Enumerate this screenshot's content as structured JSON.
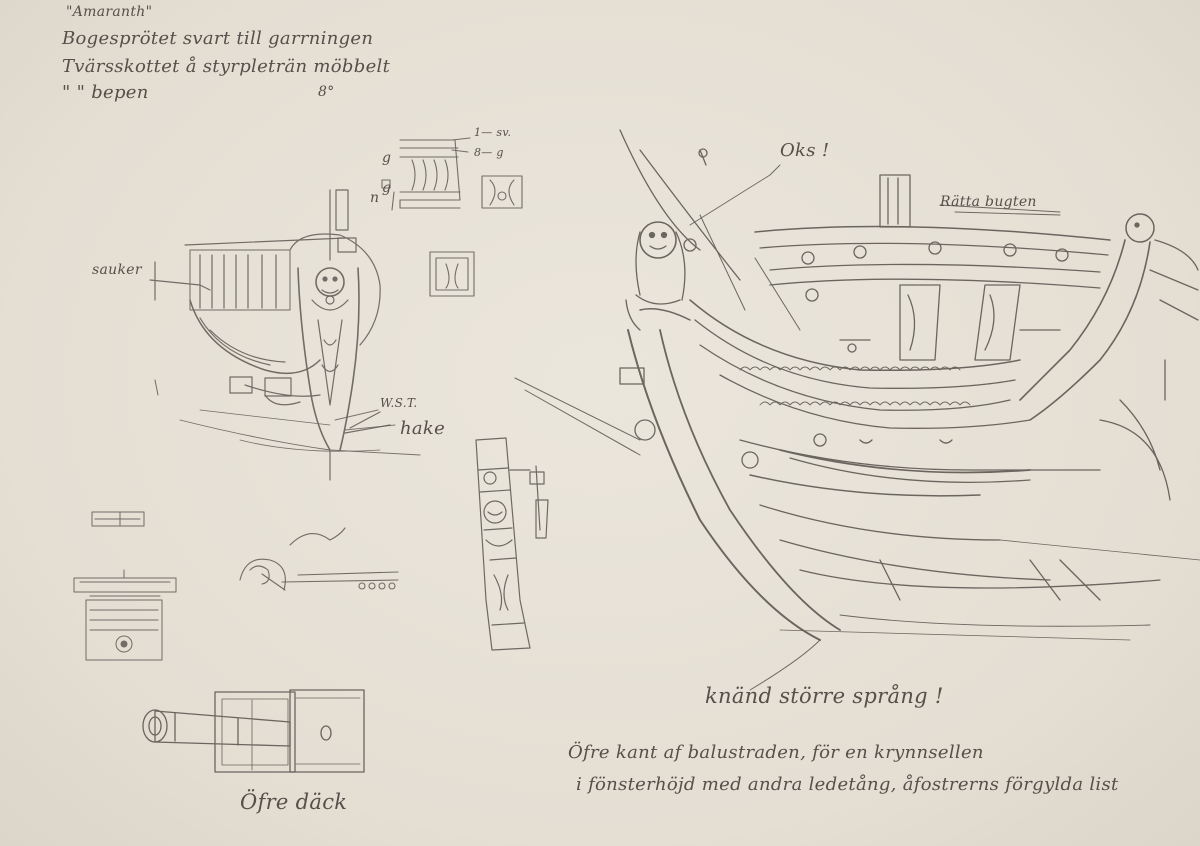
{
  "artwork": {
    "notes": {
      "line1": "\"Amaranth\"",
      "line2": "Bogesprötet svart till garrningen",
      "line3": "Tvärsskottet å styrpleträn möbbelt",
      "line4": "\"      \"     bepen",
      "line4_mark": "8°"
    },
    "labels": {
      "sauker": "sauker",
      "dim_top1": "1— sv.",
      "dim_top2": "8— g",
      "dim_g1": "g",
      "dim_g2": "g",
      "dim_n": "n",
      "wst": "W.S.T.",
      "hake": "hake",
      "oks": "Oks !",
      "retta": "Rätta bugten",
      "knand": "knänd större språng !",
      "caption1": "Öfre kant af balustraden, för en krynnsellen",
      "caption2": "i fönsterhöjd med andra ledetång, åfostrerns förgylda list",
      "ofre_dack": "Öfre däck"
    },
    "colors": {
      "paper": "#e6e0d5",
      "graphite": "#5a5650"
    }
  }
}
